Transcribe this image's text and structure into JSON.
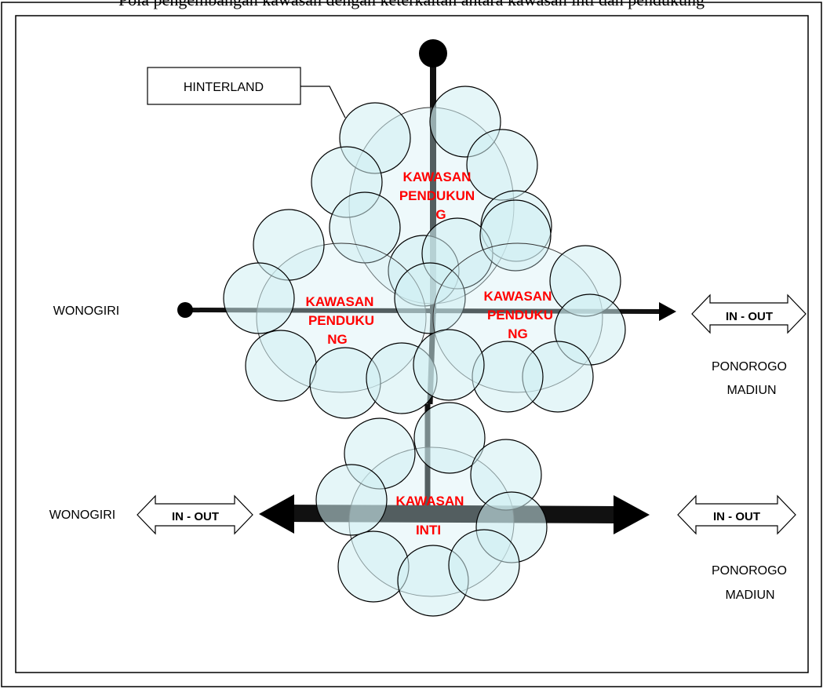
{
  "caption": "Pola pengembangan kawasan dengan keterkaitan antara kawasan inti dan pendukung",
  "labels": {
    "hinterland": "HINTERLAND",
    "wonogiri_top": "WONOGIRI",
    "wonogiri_bottom": "WONOGIRI",
    "ponorogo_top_1": "PONOROGO",
    "ponorogo_top_2": "MADIUN",
    "ponorogo_bottom_1": "PONOROGO",
    "ponorogo_bottom_2": "MADIUN"
  },
  "zones": {
    "north": [
      "KAWASAN",
      "PENDUKUN",
      "G"
    ],
    "west": [
      "KAWASAN",
      "PENDUKU",
      "NG"
    ],
    "east": [
      "KAWASAN",
      "PENDUKU",
      "NG"
    ],
    "core": [
      "KAWASAN",
      "INTI"
    ]
  },
  "io_arrows": {
    "top_right": "IN - OUT",
    "bottom_left": "IN - OUT",
    "bottom_right": "IN - OUT"
  },
  "colors": {
    "circle_fill": "#cfeff3",
    "zone_text": "#ff0000",
    "road": "#111111"
  }
}
